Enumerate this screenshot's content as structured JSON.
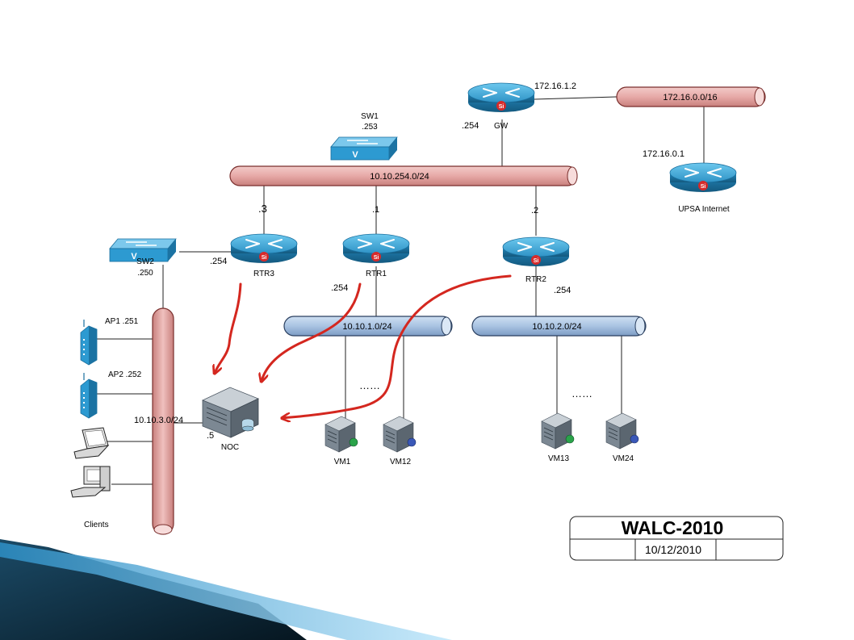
{
  "colors": {
    "bus_red_fill": "#e7a9a7",
    "bus_red_stroke": "#7a2f2d",
    "bus_blue_fill": "#a9c3e2",
    "bus_blue_stroke": "#2a3f5f",
    "router_top": "#3aa7d8",
    "router_side": "#1a6f9e",
    "arrow_red": "#d4271f",
    "corner_dark": "#0d2a3c",
    "corner_light": "#5fb8e6"
  },
  "buses": {
    "backbone": {
      "label": "10.10.254.0/24"
    },
    "upsa": {
      "label": "172.16.0.0/16"
    },
    "net1": {
      "label": "10.10.1.0/24"
    },
    "net2": {
      "label": "10.10.2.0/24"
    },
    "net3": {
      "label": "10.10.3.0/24"
    }
  },
  "devices": {
    "gw": {
      "name": "GW",
      "addr_top": "172.16.1.2",
      "addr_left": ".254",
      "icon": "router-icon"
    },
    "upsa_router": {
      "name": "UPSA Internet",
      "addr": "172.16.0.1",
      "icon": "router-icon"
    },
    "sw1": {
      "name": "SW1",
      "addr": ".253",
      "icon": "switch-icon"
    },
    "sw2": {
      "name": "SW2",
      "addr": ".250",
      "icon": "switch-icon"
    },
    "rtr3": {
      "name": "RTR3",
      "addr_up": ".3",
      "addr_side": ".254",
      "icon": "router-icon"
    },
    "rtr1": {
      "name": "RTR1",
      "addr_up": ".1",
      "addr_down": ".254",
      "icon": "router-icon"
    },
    "rtr2": {
      "name": "RTR2",
      "addr_up": ".2",
      "addr_down": ".254",
      "icon": "router-icon"
    },
    "ap1": {
      "name": "AP1 .251",
      "icon": "access-point-icon"
    },
    "ap2": {
      "name": "AP2 .252",
      "icon": "access-point-icon"
    },
    "clients": {
      "name": "Clients",
      "icon": "laptop-icon"
    },
    "noc": {
      "name": "NOC",
      "addr": ".5",
      "icon": "server-icon"
    },
    "vm1": {
      "name": "VM1",
      "icon": "server-icon"
    },
    "vm12": {
      "name": "VM12",
      "icon": "server-icon"
    },
    "vm13": {
      "name": "VM13",
      "icon": "server-icon"
    },
    "vm24": {
      "name": "VM24",
      "icon": "server-icon"
    }
  },
  "ellipsis": {
    "left": "……",
    "right": "……"
  },
  "title_block": {
    "title": "WALC-2010",
    "date": "10/12/2010"
  }
}
